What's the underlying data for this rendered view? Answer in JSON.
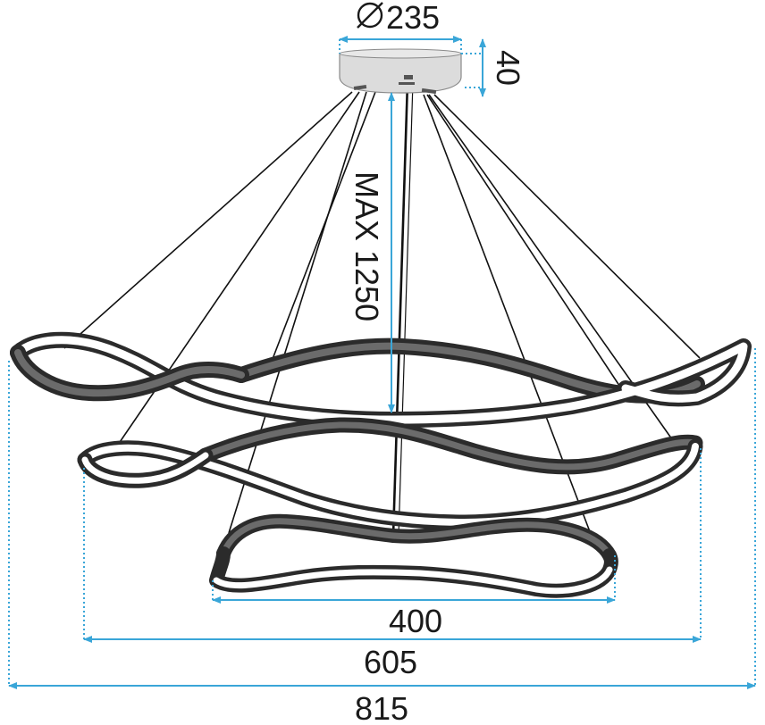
{
  "dimensions": {
    "canopy_diameter": "235",
    "canopy_height": "40",
    "max_drop": "MAX 1250",
    "ring_small_width": "400",
    "ring_medium_width": "605",
    "ring_large_width": "815"
  },
  "diameter_symbol": "⌀",
  "colors": {
    "dimension_line": "#3aa6d8",
    "ring_outer": "#2b2b2b",
    "ring_inner": "#6b6b6b",
    "ring_glow": "#ffffff",
    "canopy_fill": "#dcdcdc",
    "wire": "#111111",
    "text": "#1a1a1a"
  }
}
